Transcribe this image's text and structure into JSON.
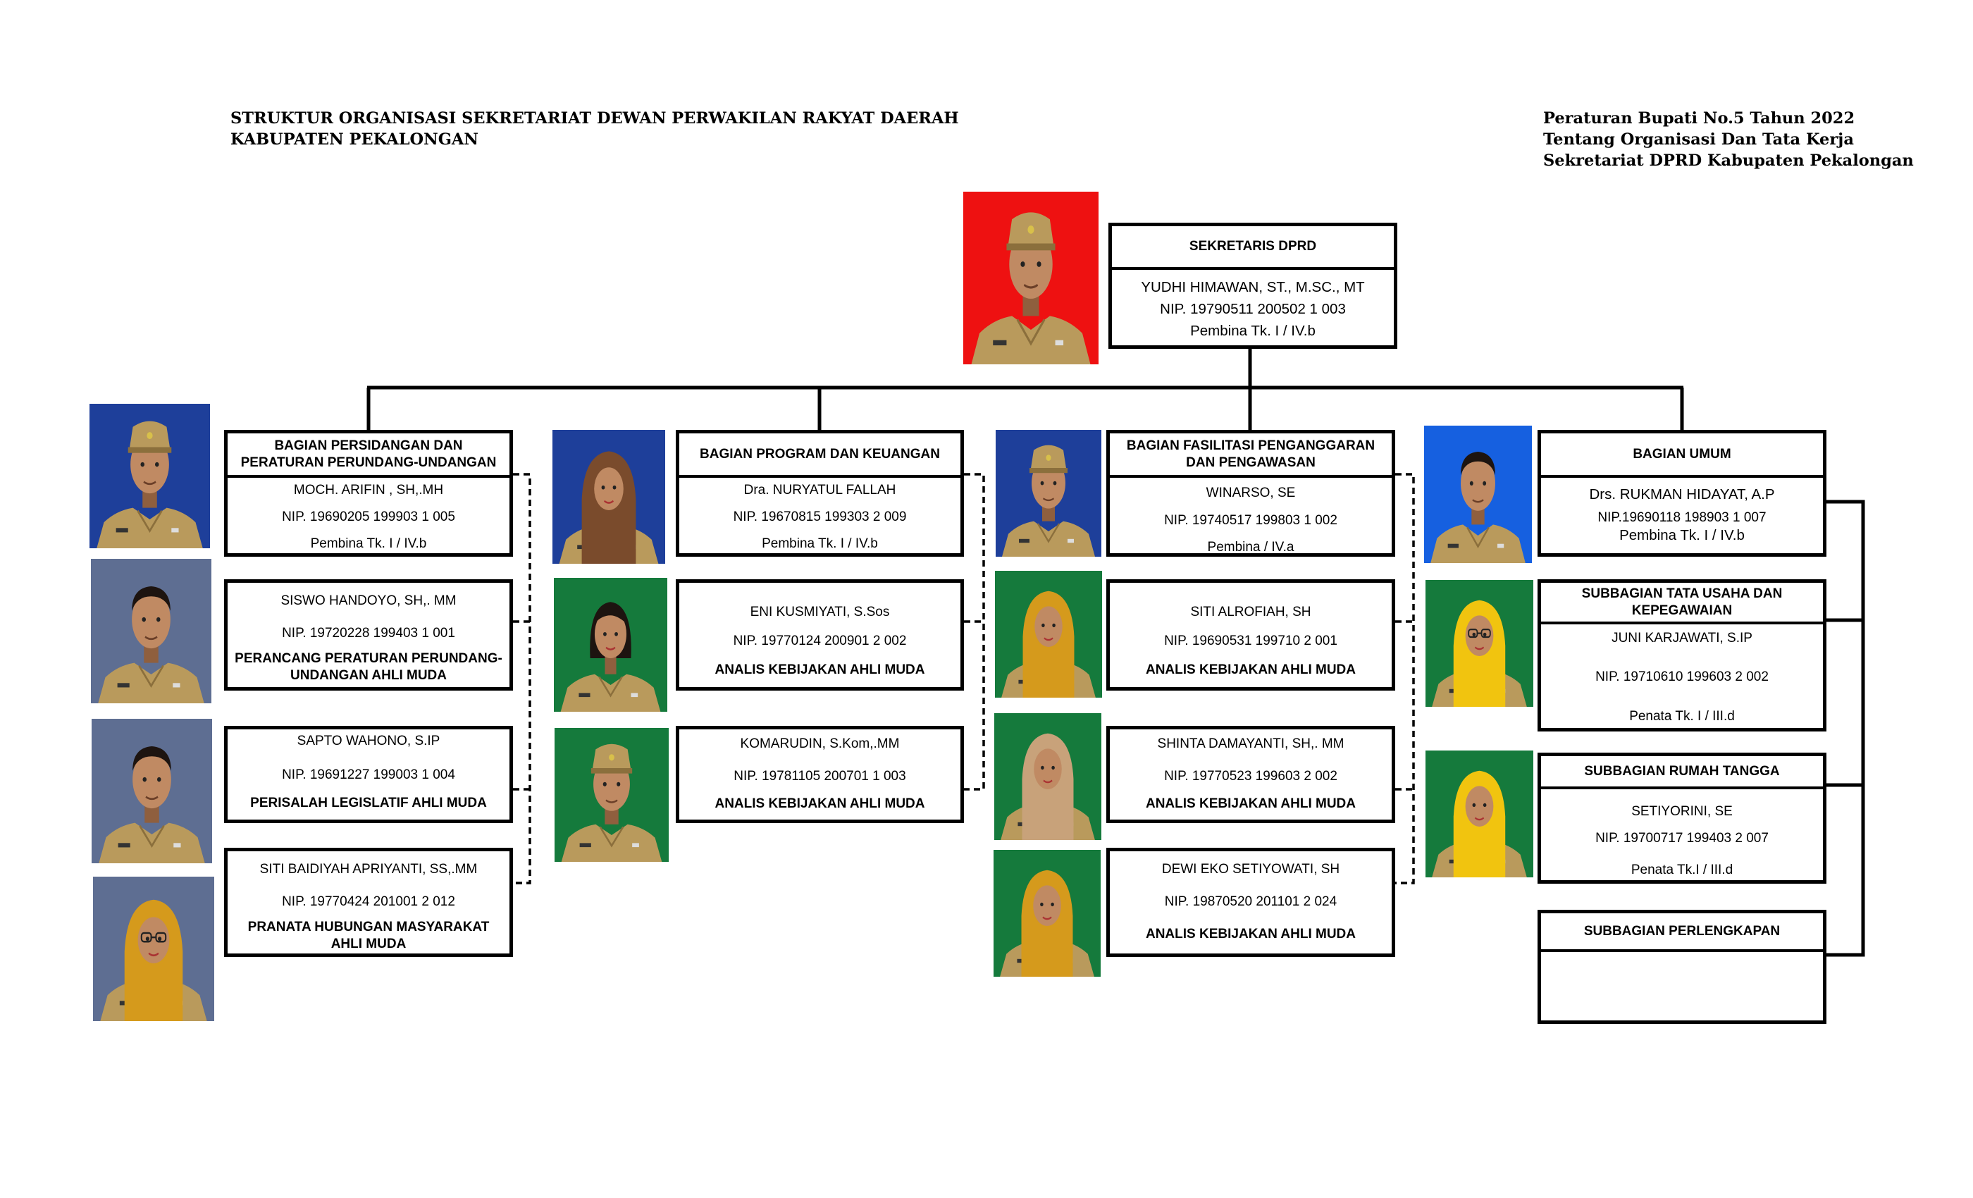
{
  "header": {
    "title_lines": [
      "STRUKTUR ORGANISASI SEKRETARIAT DEWAN PERWAKILAN RAKYAT DAERAH",
      "KABUPATEN PEKALONGAN"
    ],
    "regulation_lines": [
      "Peraturan Bupati No.5 Tahun 2022",
      "Tentang Organisasi Dan Tata Kerja",
      "Sekretariat DPRD Kabupaten Pekalongan"
    ]
  },
  "colors": {
    "red_background": "#ee1111",
    "blue_background": "#1e3f9a",
    "bright_blue_background": "#1660e0",
    "gray_blue_background": "#5e6e92",
    "green_background": "#157a3c",
    "uniform_khaki": "#b99a5c",
    "hijab_mustard": "#d59a1c",
    "hijab_yellow": "#f1c40f",
    "hijab_brown": "#7a4b2c"
  },
  "sekretaris": {
    "title": "SEKRETARIS DPRD",
    "name": "YUDHI HIMAWAN, ST., M.SC., MT",
    "nip": "NIP. 19790511 200502 1 003",
    "rank": "Pembina Tk. I / IV.b"
  },
  "columns": {
    "persidangan": {
      "head": {
        "title": "BAGIAN PERSIDANGAN DAN PERATURAN PERUNDANG-UNDANGAN",
        "name": "MOCH. ARIFIN , SH,.MH",
        "nip": "NIP. 19690205 199903 1 005",
        "rank": "Pembina Tk. I / IV.b"
      },
      "staff": [
        {
          "name": "SISWO HANDOYO, SH,. MM",
          "nip": "NIP. 19720228 199403 1 001",
          "role": "PERANCANG PERATURAN PERUNDANG-UNDANGAN AHLI MUDA"
        },
        {
          "name": "SAPTO WAHONO, S.IP",
          "nip": "NIP. 19691227 199003 1 004",
          "role": "PERISALAH LEGISLATIF AHLI MUDA"
        },
        {
          "name": "SITI BAIDIYAH APRIYANTI, SS,.MM",
          "nip": "NIP. 19770424 201001 2 012",
          "role": "PRANATA HUBUNGAN MASYARAKAT AHLI MUDA"
        }
      ]
    },
    "program": {
      "head": {
        "title": "BAGIAN PROGRAM DAN KEUANGAN",
        "name": "Dra. NURYATUL FALLAH",
        "nip": "NIP. 19670815 199303 2 009",
        "rank": "Pembina Tk. I / IV.b"
      },
      "staff": [
        {
          "name": "ENI KUSMIYATI, S.Sos",
          "nip": "NIP. 19770124 200901 2 002",
          "role": "ANALIS KEBIJAKAN AHLI MUDA"
        },
        {
          "name": "KOMARUDIN, S.Kom,.MM",
          "nip": "NIP. 19781105 200701 1 003",
          "role": "ANALIS KEBIJAKAN AHLI MUDA"
        }
      ]
    },
    "fasilitasi": {
      "head": {
        "title": "BAGIAN FASILITASI PENGANGGARAN DAN PENGAWASAN",
        "name": "WINARSO, SE",
        "nip": "NIP. 19740517 199803 1 002",
        "rank": "Pembina / IV.a"
      },
      "staff": [
        {
          "name": "SITI ALROFIAH, SH",
          "nip": "NIP. 19690531 199710 2 001",
          "role": "ANALIS KEBIJAKAN AHLI MUDA"
        },
        {
          "name": "SHINTA DAMAYANTI, SH,. MM",
          "nip": "NIP. 19770523 199603 2 002",
          "role": "ANALIS KEBIJAKAN AHLI MUDA"
        },
        {
          "name": "DEWI EKO SETIYOWATI, SH",
          "nip": "NIP. 19870520 201101 2 024",
          "role": "ANALIS KEBIJAKAN AHLI MUDA"
        }
      ]
    },
    "umum": {
      "head": {
        "title": "BAGIAN UMUM",
        "name": "Drs. RUKMAN HIDAYAT, A.P",
        "nip": "NIP.19690118 198903 1 007",
        "rank": "Pembina Tk. I / IV.b"
      },
      "subs": [
        {
          "title": "SUBBAGIAN TATA USAHA DAN KEPEGAWAIAN",
          "name": "JUNI KARJAWATI, S.IP",
          "nip": "NIP. 19710610 199603 2 002",
          "rank": "Penata Tk. I / III.d"
        },
        {
          "title": "SUBBAGIAN RUMAH TANGGA",
          "name": "SETIYORINI, SE",
          "nip": "NIP. 19700717 199403 2 007",
          "rank": "Penata Tk.I / III.d"
        },
        {
          "title": "SUBBAGIAN PERLENGKAPAN"
        }
      ]
    }
  }
}
